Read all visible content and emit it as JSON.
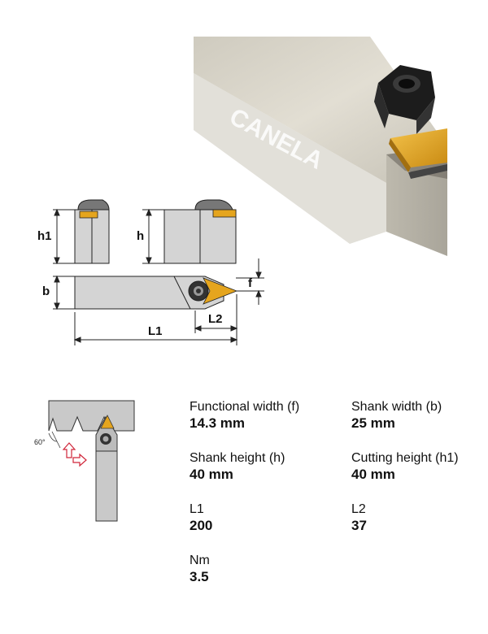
{
  "product": {
    "brand_text": "CANELA"
  },
  "diagram": {
    "labels": {
      "h1": "h1",
      "h": "h",
      "b": "b",
      "f": "f",
      "L1": "L1",
      "L2": "L2",
      "angle": "60°"
    }
  },
  "specs": [
    {
      "label": "Functional width (f)",
      "value": "14.3 mm"
    },
    {
      "label": "Shank width (b)",
      "value": "25 mm"
    },
    {
      "label": "Shank height (h)",
      "value": "40 mm"
    },
    {
      "label": "Cutting height (h1)",
      "value": "40 mm"
    },
    {
      "label": "L1",
      "value": "200"
    },
    {
      "label": "L2",
      "value": "37"
    },
    {
      "label": "Nm",
      "value": "3.5"
    }
  ],
  "colors": {
    "insert": "#E5A51E",
    "shank_top": "#d8d4c8",
    "shank_side": "#b9b5aa",
    "clamp": "#1c1c1c",
    "arrow": "#d0263a"
  }
}
